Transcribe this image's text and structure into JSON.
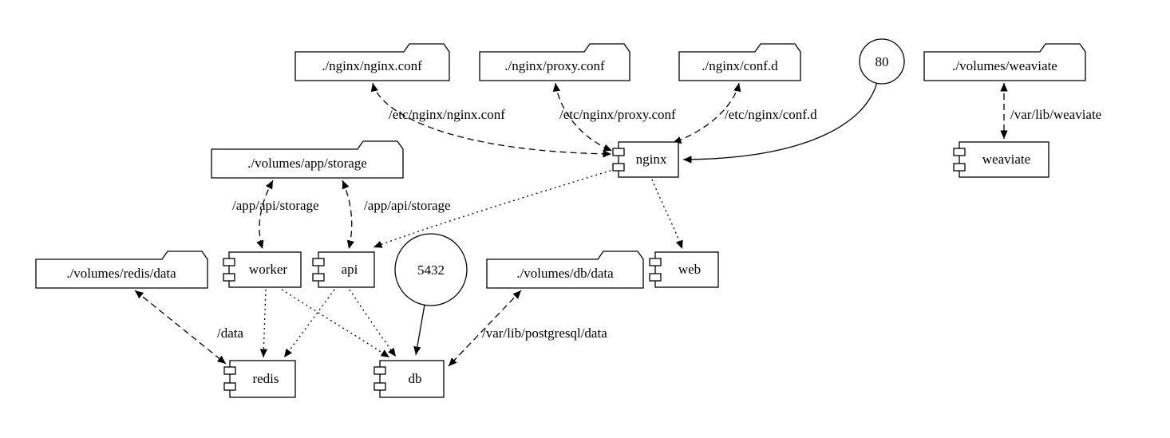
{
  "diagram": {
    "type": "compose-architecture-graph",
    "colors": {
      "stroke": "#000000",
      "background": "#ffffff"
    },
    "nodes": {
      "nginx_conf": "./nginx/nginx.conf",
      "proxy_conf": "./nginx/proxy.conf",
      "conf_d": "./nginx/conf.d",
      "port_80": "80",
      "volumes_weaviate": "./volumes/weaviate",
      "volumes_app_storage": "./volumes/app/storage",
      "nginx": "nginx",
      "weaviate": "weaviate",
      "volumes_redis_data": "./volumes/redis/data",
      "worker": "worker",
      "api": "api",
      "port_5432": "5432",
      "volumes_db_data": "./volumes/db/data",
      "web": "web",
      "redis": "redis",
      "db": "db"
    },
    "edge_labels": {
      "etc_nginx_nginx_conf": "/etc/nginx/nginx.conf",
      "etc_nginx_proxy_conf": "/etc/nginx/proxy.conf",
      "etc_nginx_conf_d": "/etc/nginx/conf.d",
      "var_lib_weaviate": "/var/lib/weaviate",
      "app_api_storage_worker": "/app/api/storage",
      "app_api_storage_api": "/app/api/storage",
      "data": "/data",
      "var_lib_postgresql_data": "/var/lib/postgresql/data"
    }
  }
}
